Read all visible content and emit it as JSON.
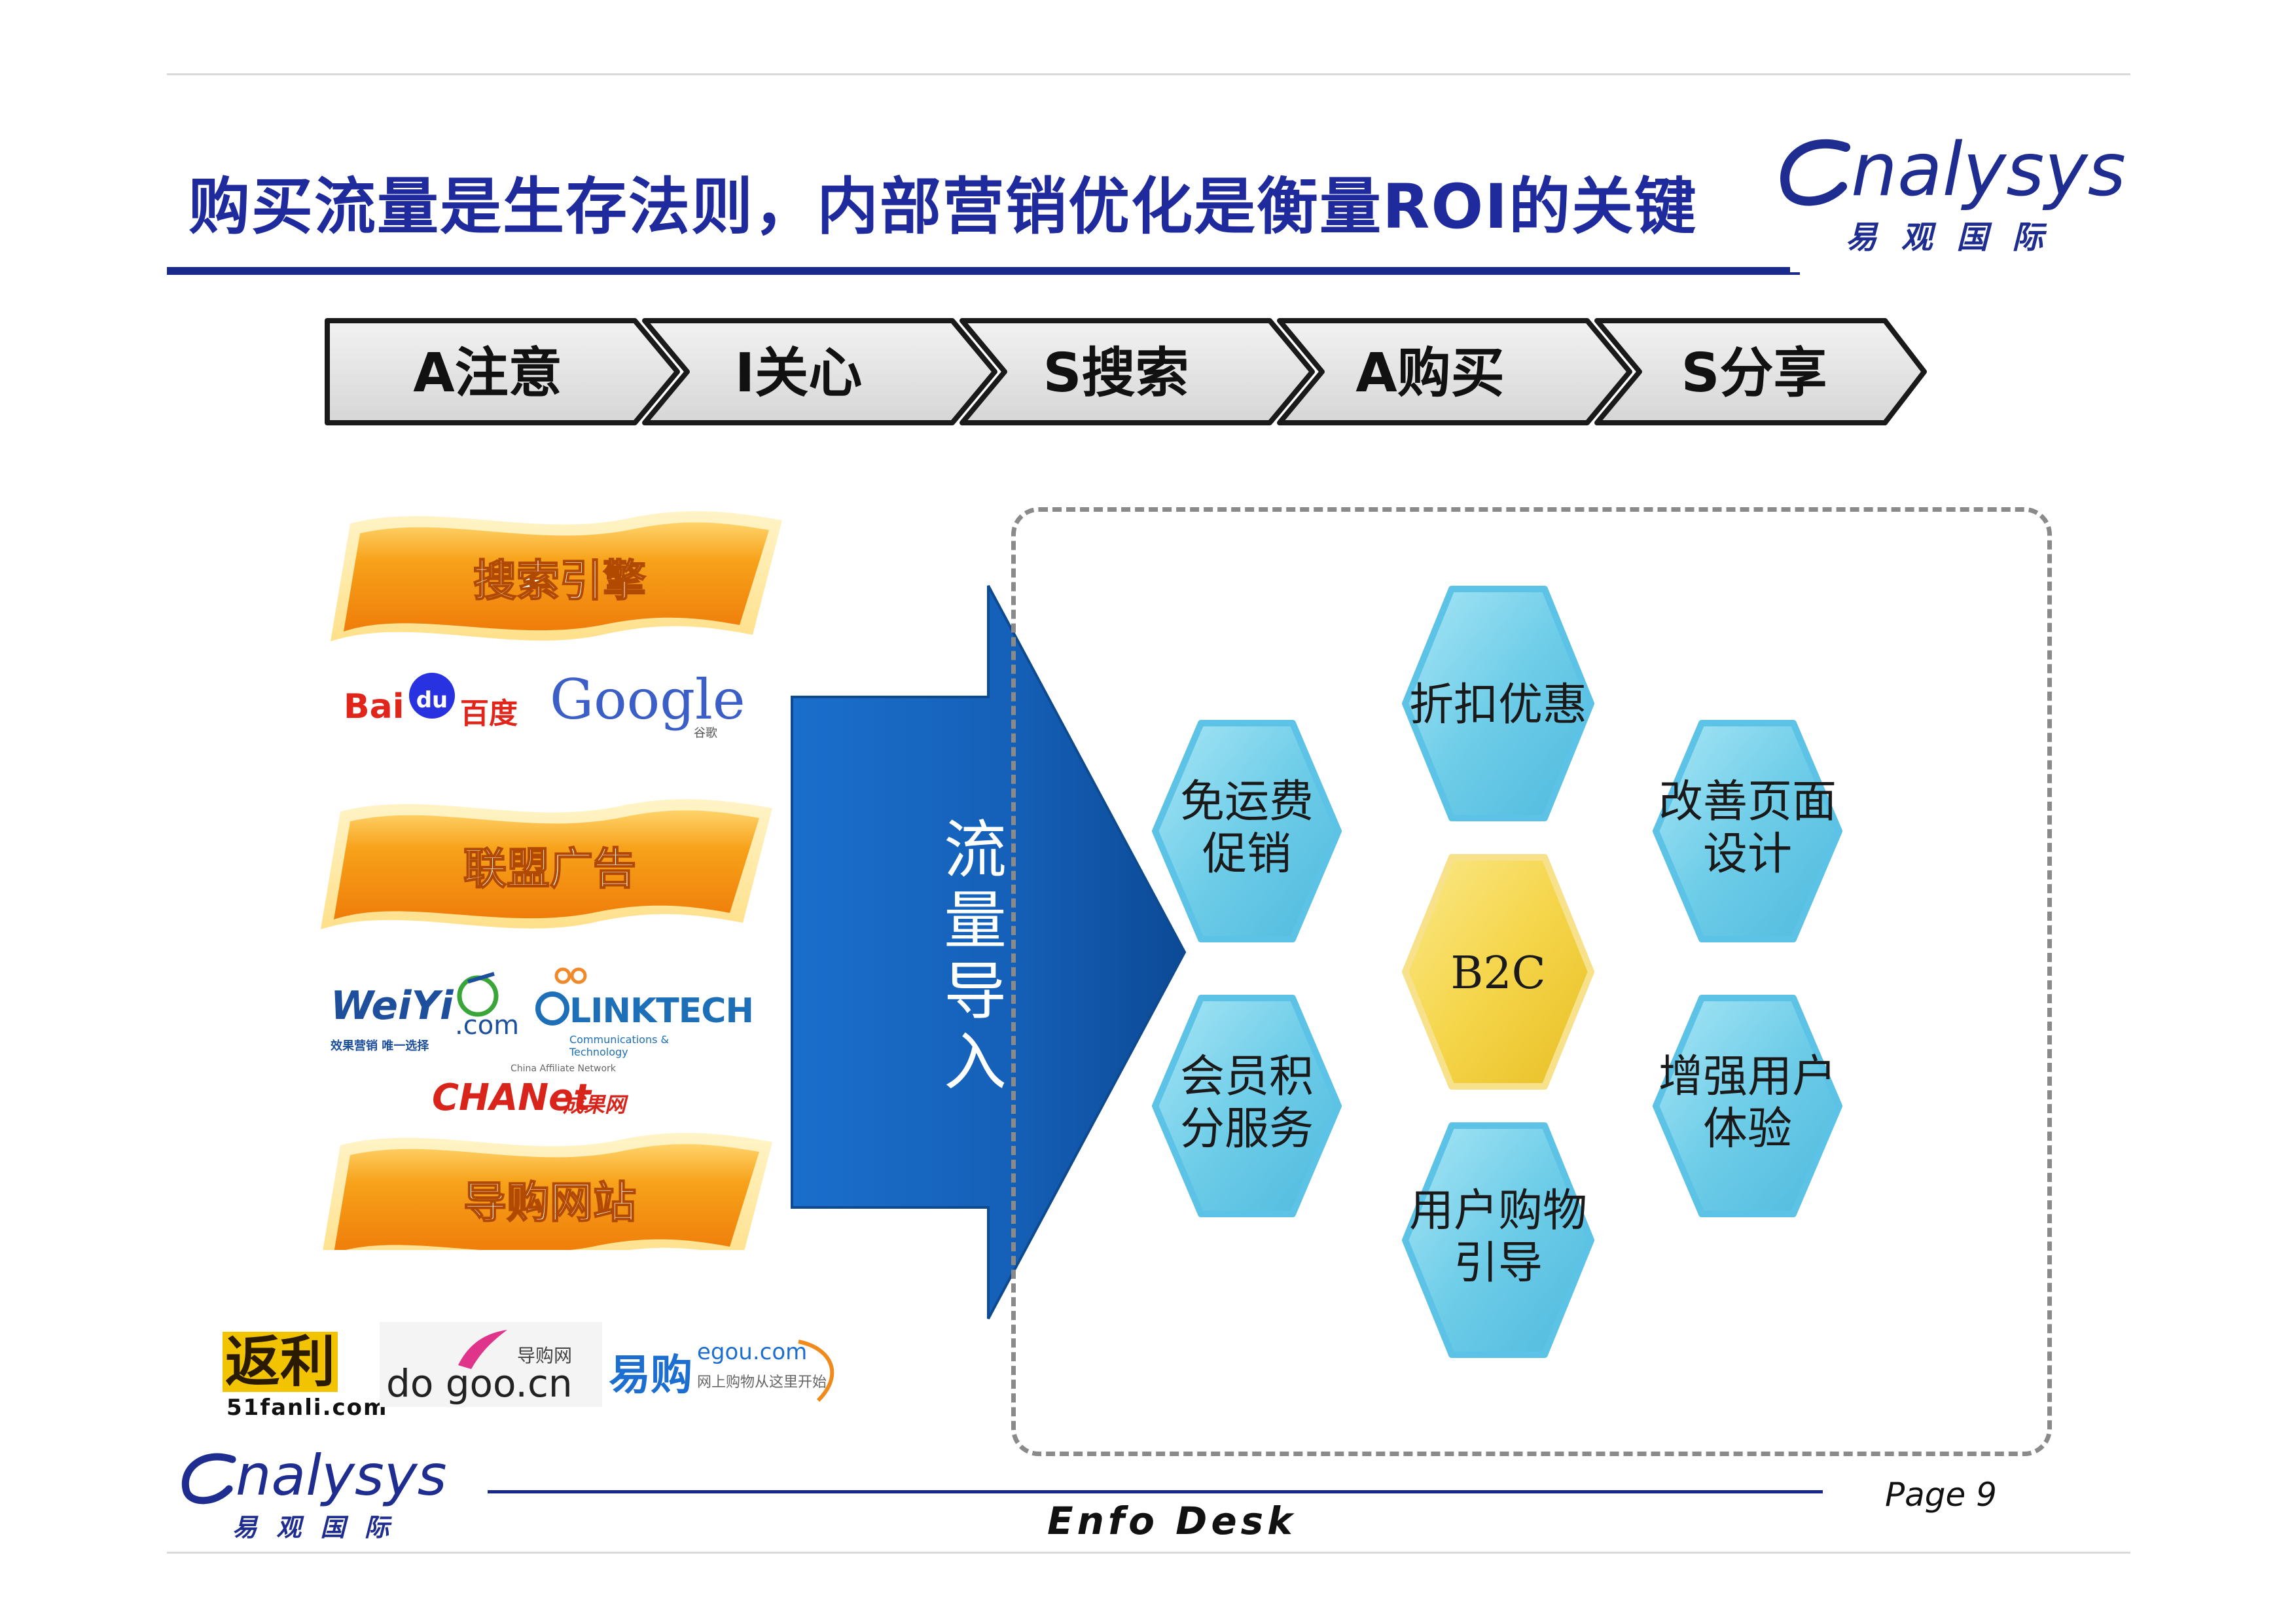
{
  "header": {
    "title": "购买流量是生存法则，内部营销优化是衡量ROI的关键",
    "logo_word": "nalysys",
    "logo_cn": "易 观 国 际"
  },
  "aisas": [
    {
      "label": "A注意"
    },
    {
      "label": "I关心"
    },
    {
      "label": "S搜索"
    },
    {
      "label": "A购买"
    },
    {
      "label": "S分享"
    }
  ],
  "channels": {
    "search": {
      "label": "搜索引擎",
      "logos": {
        "baidu": "Bai",
        "baidu_paw": "du",
        "baidu_cn": "百度",
        "google": "Google",
        "google_cn": "谷歌"
      }
    },
    "affiliate": {
      "label": "联盟广告",
      "logos": {
        "weiyi": "WeiYi",
        "weiyi_dot": ".com",
        "weiyi_sub": "效果营销 唯一选择",
        "linktech": "LINKTECH",
        "linktech_sub": "Communications & Technology",
        "chanet_top": "China Affiliate Network",
        "chanet": "CHANet",
        "chanet_cn": "成果网"
      }
    },
    "guide": {
      "label": "导购网站",
      "logos": {
        "fanli": "返利",
        "fanli_sub": "51fanli.com",
        "doogoo": "do goo.cn",
        "doogoo_cn": "导购网",
        "egou_cn": "易购",
        "egou": "egou.com",
        "egou_sub": "网上购物从这里开始"
      }
    }
  },
  "flow_arrow": {
    "label": [
      "流",
      "量",
      "导",
      "入"
    ]
  },
  "hexagons": {
    "center": "B2C",
    "top": "折扣优惠",
    "upper_left": [
      "免运费",
      "促销"
    ],
    "upper_right": [
      "改善页面",
      "设计"
    ],
    "lower_left": [
      "会员积",
      "分服务"
    ],
    "lower_right": [
      "增强用户",
      "体验"
    ],
    "bottom": [
      "用户购物",
      "引导"
    ]
  },
  "footer": {
    "enfo": "Enfo Desk",
    "page": "Page 9",
    "logo_word": "nalysys",
    "logo_cn": "易 观 国 际"
  },
  "colors": {
    "title": "#1f2a9c",
    "rule": "#1a2a8a",
    "hex_blue": "#6ecde8",
    "hex_yellow": "#f5d54a",
    "arrow_blue": "#1560b8",
    "ribbon_orange": "#f28a10"
  }
}
